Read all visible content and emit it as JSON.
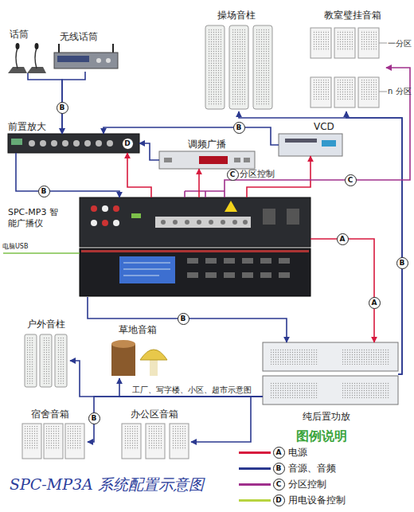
{
  "diagram": {
    "caption": "SPC-MP3A 系统配置示意图",
    "nodes": [
      {
        "text": [
          "话筒"
        ]
      },
      {
        "text": [
          "无线话筒"
        ]
      },
      {
        "text": [
          "操场音柱"
        ]
      },
      {
        "text": [
          "教室璧挂音箱"
        ]
      },
      {
        "text": [
          "前置放大"
        ]
      },
      {
        "text": [
          "调频广播"
        ]
      },
      {
        "text": [
          "VCD"
        ]
      },
      {
        "text": [
          "SPC-MP3 智能广播仪"
        ]
      },
      {
        "text": [
          "户外音柱"
        ]
      },
      {
        "text": [
          "草地音箱"
        ]
      },
      {
        "text": [
          "宿舍音箱"
        ]
      },
      {
        "text": [
          "办公区音箱"
        ]
      },
      {
        "text": [
          "纯后置功放"
        ]
      }
    ],
    "edges": [
      {
        "from": 0,
        "to": 4,
        "arrow": "to"
      },
      {
        "from": 1,
        "to": 4,
        "arrow": "to"
      },
      {
        "from": 4,
        "to": 7,
        "arrow": "to"
      },
      {
        "from": 5,
        "to": 4,
        "arrow": "to"
      },
      {
        "from": 6,
        "to": 4,
        "arrow": "to"
      },
      {
        "from": 7,
        "to": 12,
        "arrow": "to"
      },
      {
        "from": 12,
        "to": 2,
        "arrow": "to"
      },
      {
        "from": 12,
        "to": 3,
        "arrow": "to"
      },
      {
        "from": 12,
        "to": 8,
        "arrow": "to"
      },
      {
        "from": 12,
        "to": 9,
        "arrow": "to"
      },
      {
        "from": 12,
        "to": 10,
        "arrow": "to"
      },
      {
        "from": 12,
        "to": 11,
        "arrow": "to"
      },
      {
        "from": 7,
        "to": 4,
        "arrow": "to"
      },
      {
        "from": 7,
        "to": 5,
        "arrow": "to"
      },
      {
        "from": 7,
        "to": 6,
        "arrow": "to"
      },
      {
        "from": 7,
        "to": 12,
        "arrow": "to"
      },
      {
        "from": 7,
        "to": 3,
        "arrow": "to"
      }
    ],
    "labels": [
      "一分区",
      "n 分区",
      "分区控制",
      "电脑USB",
      "工厂、写字楼、小区、超市示意图",
      "图例说明",
      "B",
      "D",
      "C",
      "B",
      "C",
      "A",
      "B",
      "B",
      "B",
      "A",
      "B",
      "A",
      "B",
      "C",
      "D"
    ],
    "legend": [
      {
        "text": "电源",
        "color": "#d7193e"
      },
      {
        "text": "音源、音频",
        "color": "#2b3990"
      },
      {
        "text": "分区控制",
        "color": "#a0308c"
      },
      {
        "text": "用电设备控制",
        "color": "#b8d440"
      }
    ]
  }
}
